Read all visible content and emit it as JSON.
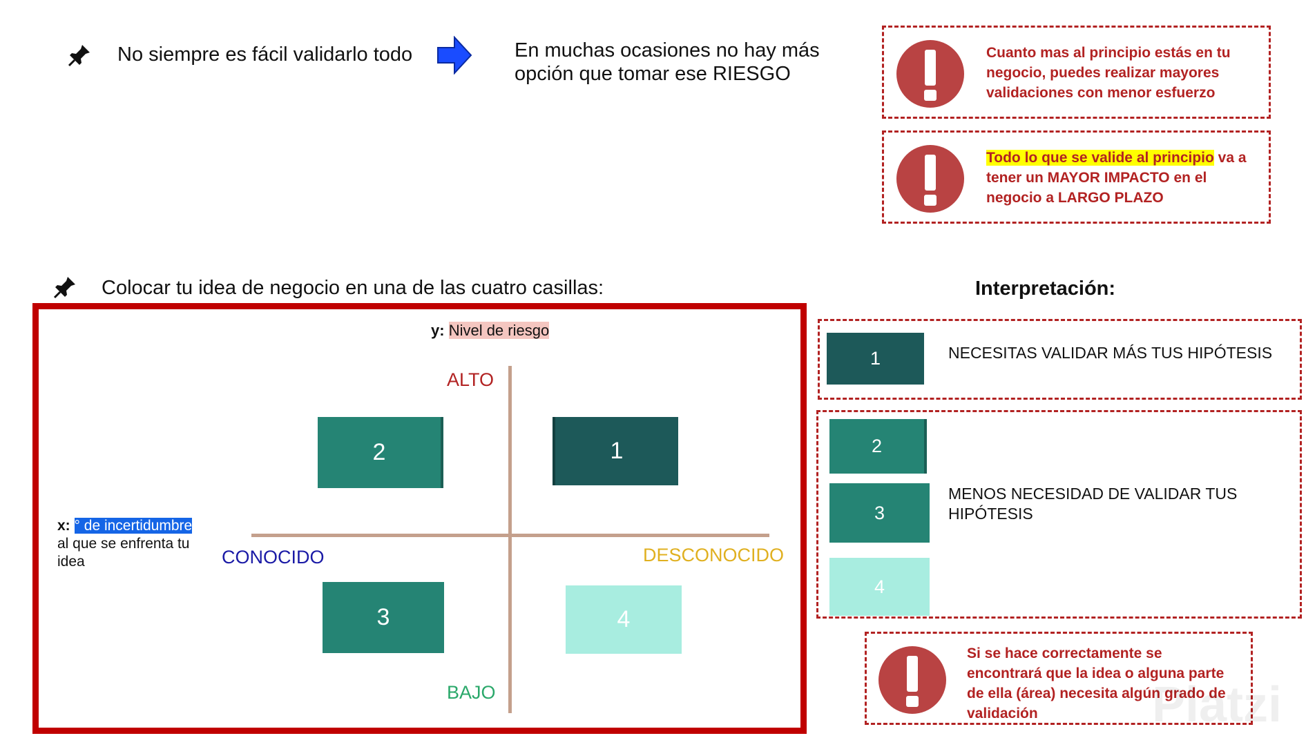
{
  "top": {
    "note_left": "No siempre es fácil validarlo todo",
    "note_right_line1": "En muchas ocasiones no hay más",
    "note_right_line2": "opción que tomar ese RIESGO"
  },
  "warnings": {
    "w1": [
      "Cuanto mas al principio estás en tu",
      "negocio, puedes realizar mayores",
      "validaciones con menor esfuerzo"
    ],
    "w2_highlight": "Todo lo que se valide al principio",
    "w2_rest1": " va a",
    "w2_rest2": "tener un MAYOR IMPACTO en el",
    "w2_rest3": "negocio a LARGO PLAZO",
    "w3": [
      "Si se hace correctamente se",
      "encontrará que la idea o alguna parte",
      "de ella (área) necesita algún grado de",
      "validación"
    ]
  },
  "section": {
    "instruction": "Colocar tu idea de negocio en una de las cuatro casillas:",
    "interpretation_title": "Interpretación:"
  },
  "diagram": {
    "y_prefix": "y:",
    "y_label": "Nivel de riesgo",
    "x_prefix": "x:",
    "x_label_highlight": "° de incertidumbre",
    "x_label_rest1": "al que se enfrenta tu",
    "x_label_rest2": "idea",
    "alto": "ALTO",
    "bajo": "BAJO",
    "conocido": "CONOCIDO",
    "desconocido": "DESCONOCIDO",
    "q1": "1",
    "q2": "2",
    "q3": "3",
    "q4": "4"
  },
  "legend": {
    "sq1": "1",
    "text1": "NECESITAS VALIDAR MÁS TUS HIPÓTESIS",
    "sq2": "2",
    "sq3": "3",
    "sq4": "4",
    "text2_line1": "MENOS NECESIDAD DE VALIDAR TUS",
    "text2_line2": "HIPÓTESIS"
  },
  "watermark": "Platzi",
  "colors": {
    "dark_teal": "#1d5959",
    "teal": "#258474",
    "light_teal": "#a8ede0",
    "red": "#b22222",
    "frame_red": "#c00000",
    "axis": "#c4a08c",
    "conocido": "#1a1aa6",
    "desconocido": "#e0b020",
    "bajo": "#2aa86a",
    "alto": "#b22222"
  },
  "icons": [
    "pushpin-icon",
    "arrow-right-icon",
    "exclamation-icon"
  ]
}
